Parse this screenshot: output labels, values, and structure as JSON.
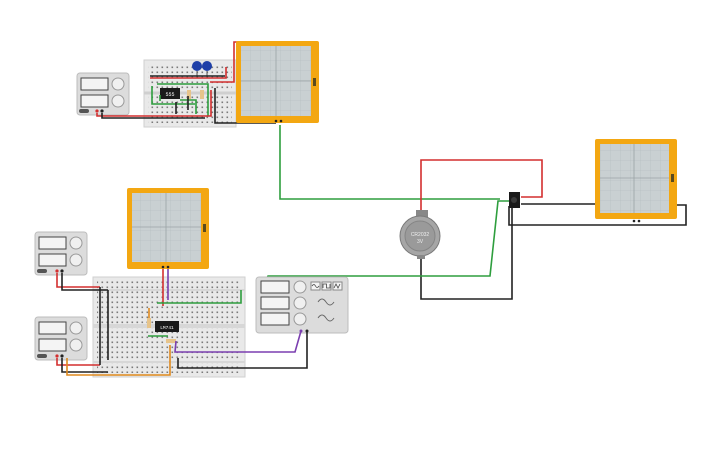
{
  "colors": {
    "wire_red": "#d32f2f",
    "wire_black": "#222222",
    "wire_green": "#2e9e3e",
    "wire_purple": "#7b3fb0",
    "wire_orange": "#e08a1e",
    "scope_frame": "#f3a712",
    "scope_screen": "#c9d0d2",
    "breadboard": "#e9e9e9",
    "instrument": "#dcdcdc",
    "capacitor_blue": "#1e3fa8",
    "chip_black": "#1a1a1a",
    "battery_gray": "#9a9a9a"
  },
  "labels": {
    "chip_top": "555",
    "chip_bottom": "LM741",
    "scope_tag": "",
    "battery_text_1": "3V",
    "battery_text_2": "CR2032",
    "fg_wave_1": "sine-wave-icon",
    "fg_wave_2": "square-wave-icon",
    "fg_wave_3": "triangle-wave-icon"
  }
}
